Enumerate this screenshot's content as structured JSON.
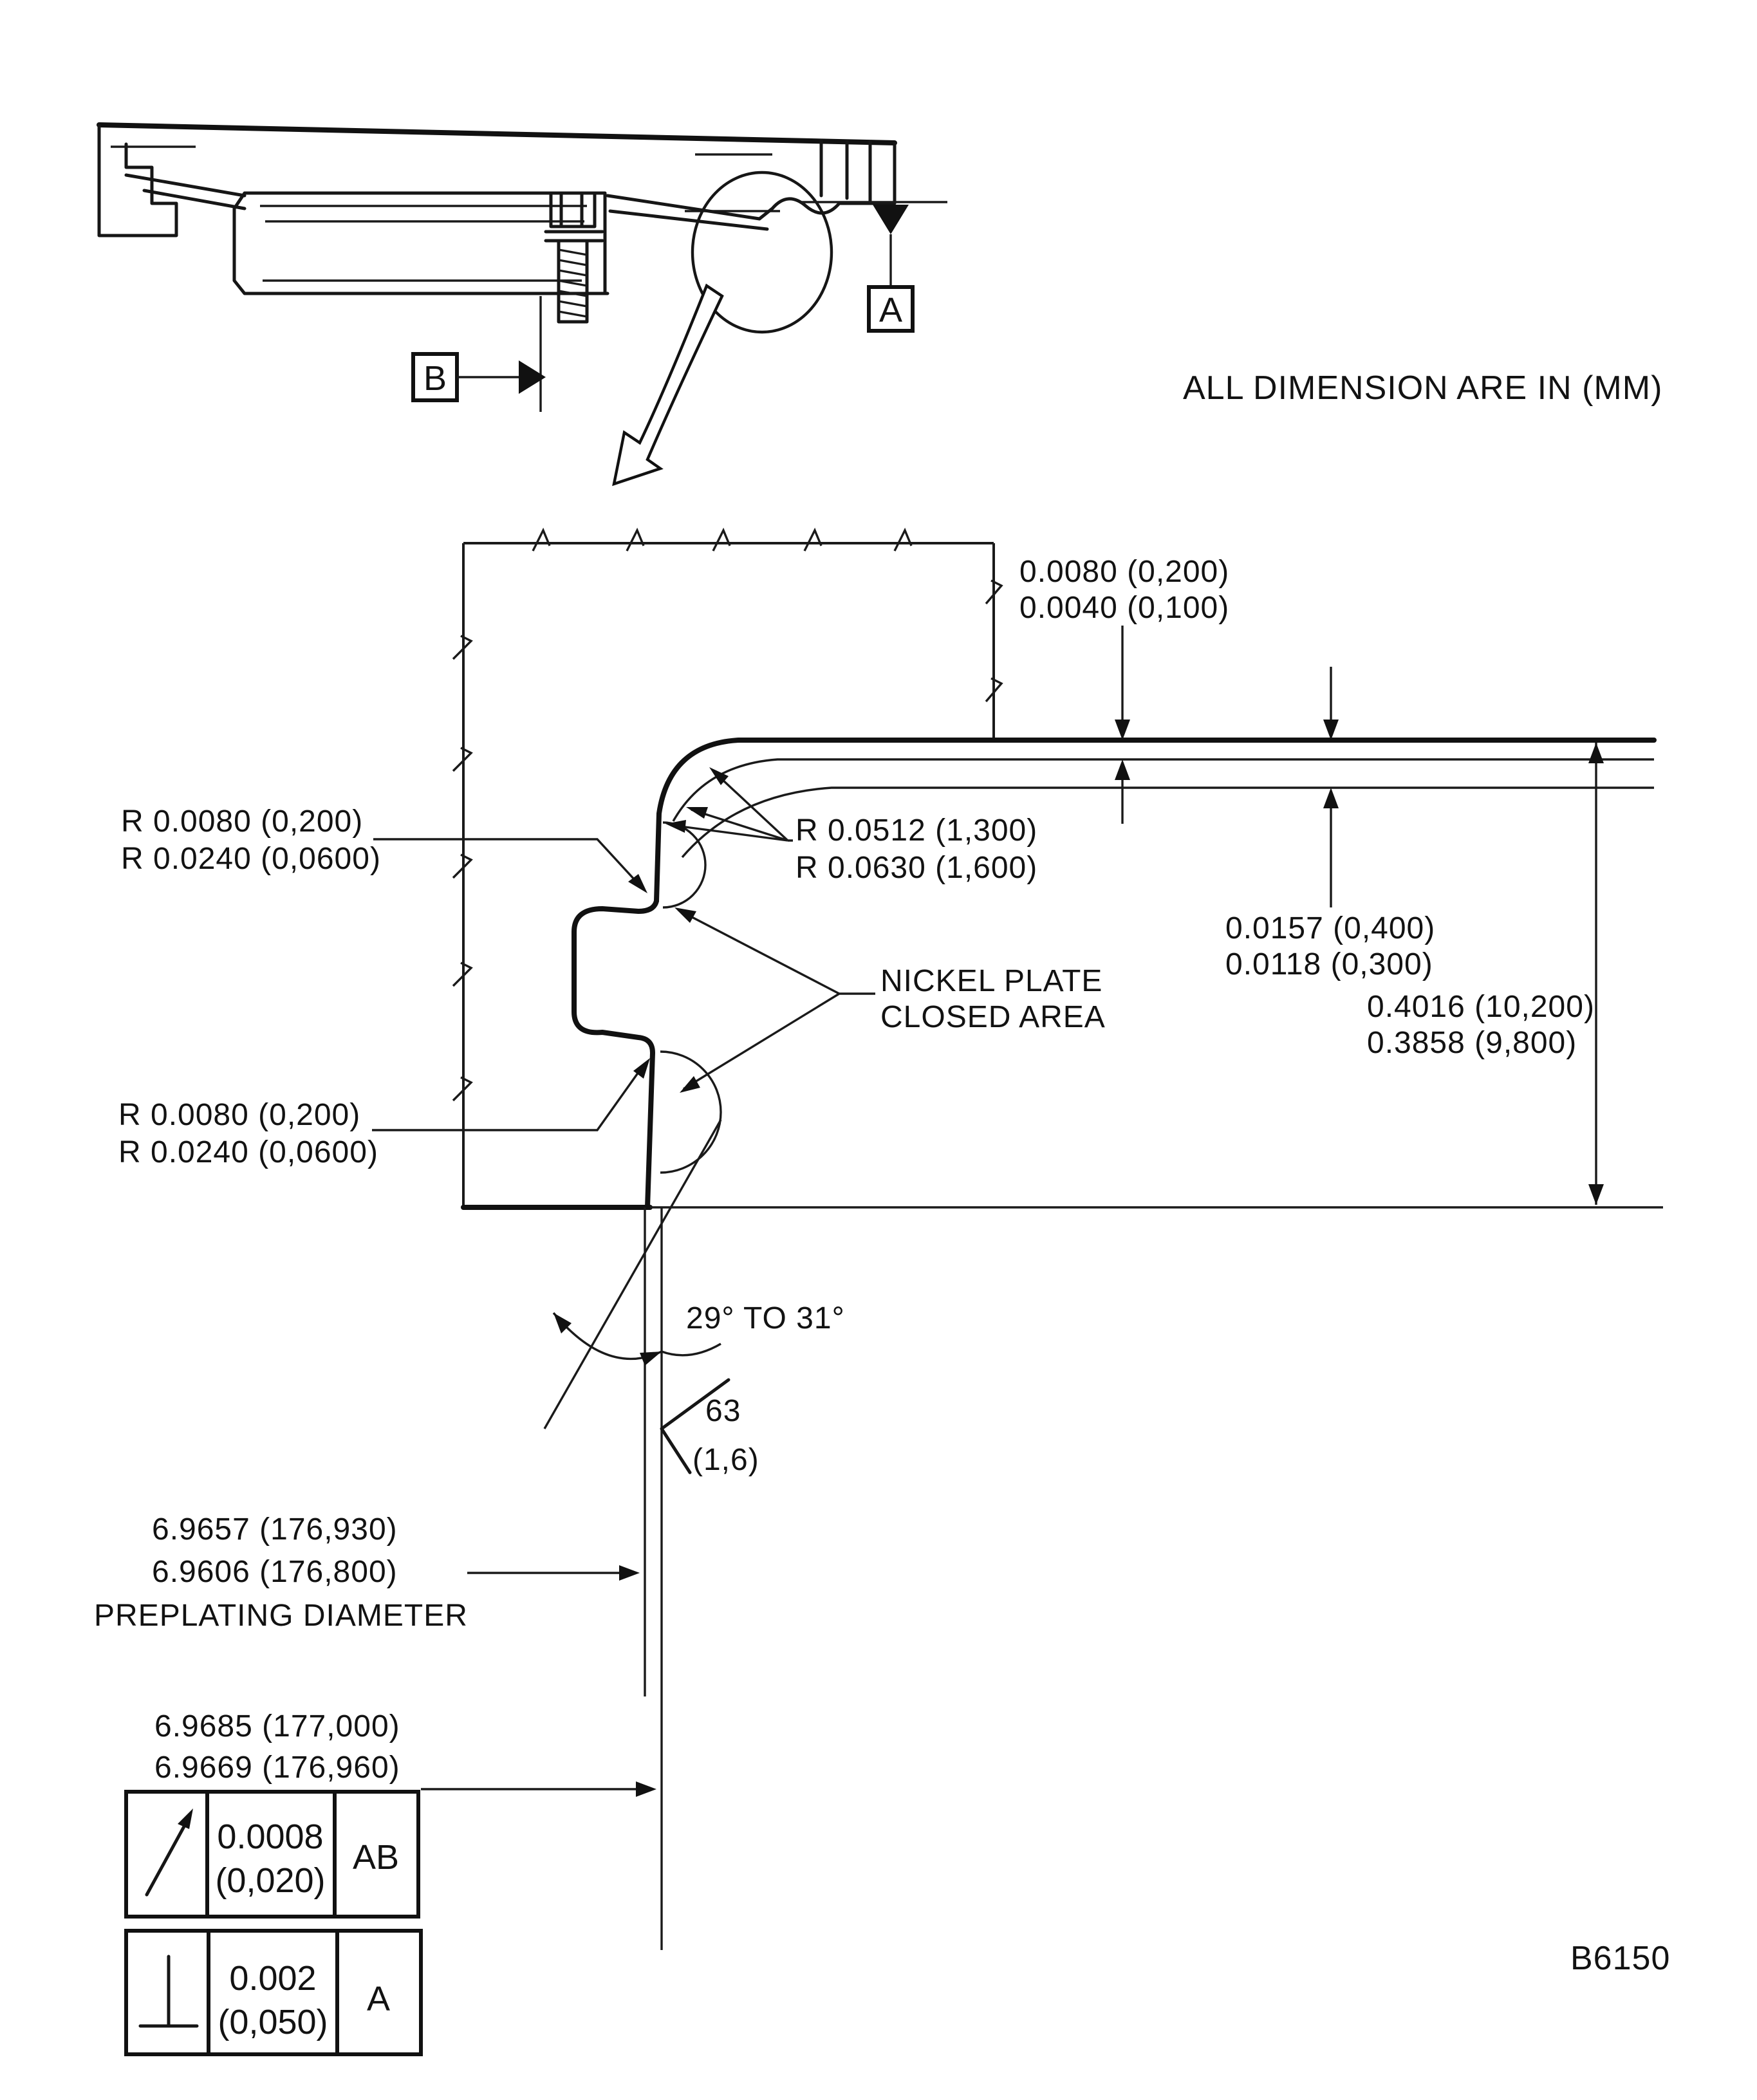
{
  "title_note": "ALL DIMENSION ARE IN  (MM)",
  "figure_code": "B6150",
  "datum_labels": {
    "a": "A",
    "b": "B"
  },
  "labels": {
    "plating_thickness": {
      "line1": "0.0080 (0,200)",
      "line2": "0.0040 (0,100)"
    },
    "radius_upper": {
      "line1": "R 0.0080 (0,200)",
      "line2": "R 0.0240 (0,0600)"
    },
    "radius_fillet": {
      "line1": "R 0.0512 (1,300)",
      "line2": "R 0.0630 (1,600)"
    },
    "plate_depth": {
      "line1": "0.0157 (0,400)",
      "line2": "0.0118 (0,300)"
    },
    "nickel_note": {
      "line1": "NICKEL PLATE",
      "line2": "CLOSED AREA"
    },
    "groove_depth": {
      "line1": "0.4016 (10,200)",
      "line2": "0.3858 (9,800)"
    },
    "radius_lower": {
      "line1": "R 0.0080 (0,200)",
      "line2": "R 0.0240 (0,0600)"
    },
    "angle": "29° TO 31°",
    "surface_finish": {
      "value": "63",
      "metric": "(1,6)"
    },
    "preplating": {
      "line1": "6.9657 (176,930)",
      "line2": "6.9606 (176,800)",
      "line3": "PREPLATING DIAMETER"
    },
    "final_diameter": {
      "line1": "6.9685 (177,000)",
      "line2": "6.9669 (176,960)"
    }
  },
  "feature_control_frames": [
    {
      "symbol": "circular-runout-arrow",
      "tolerance": "0.0008",
      "tolerance_metric": "(0,020)",
      "datum": "AB"
    },
    {
      "symbol": "perpendicularity",
      "tolerance": "0.002",
      "tolerance_metric": "(0,050)",
      "datum": "A"
    }
  ]
}
